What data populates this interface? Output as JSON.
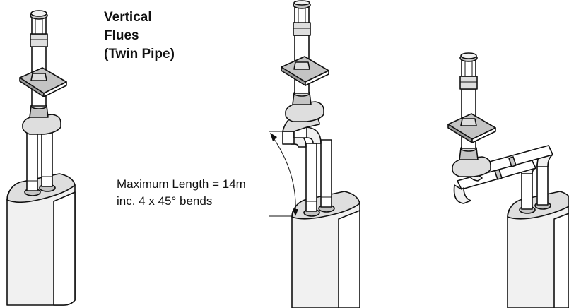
{
  "title": {
    "line1": "Vertical",
    "line2": "Flues",
    "line3": "(Twin Pipe)"
  },
  "annotation": {
    "line1": "Maximum Length = 14m",
    "line2": "inc. 4 x 45° bends"
  },
  "colors": {
    "ink": "#111111",
    "paper": "#ffffff",
    "shade_light": "#f1f1f1",
    "shade_mid": "#dedede",
    "shade_dark": "#c4c4c4"
  }
}
